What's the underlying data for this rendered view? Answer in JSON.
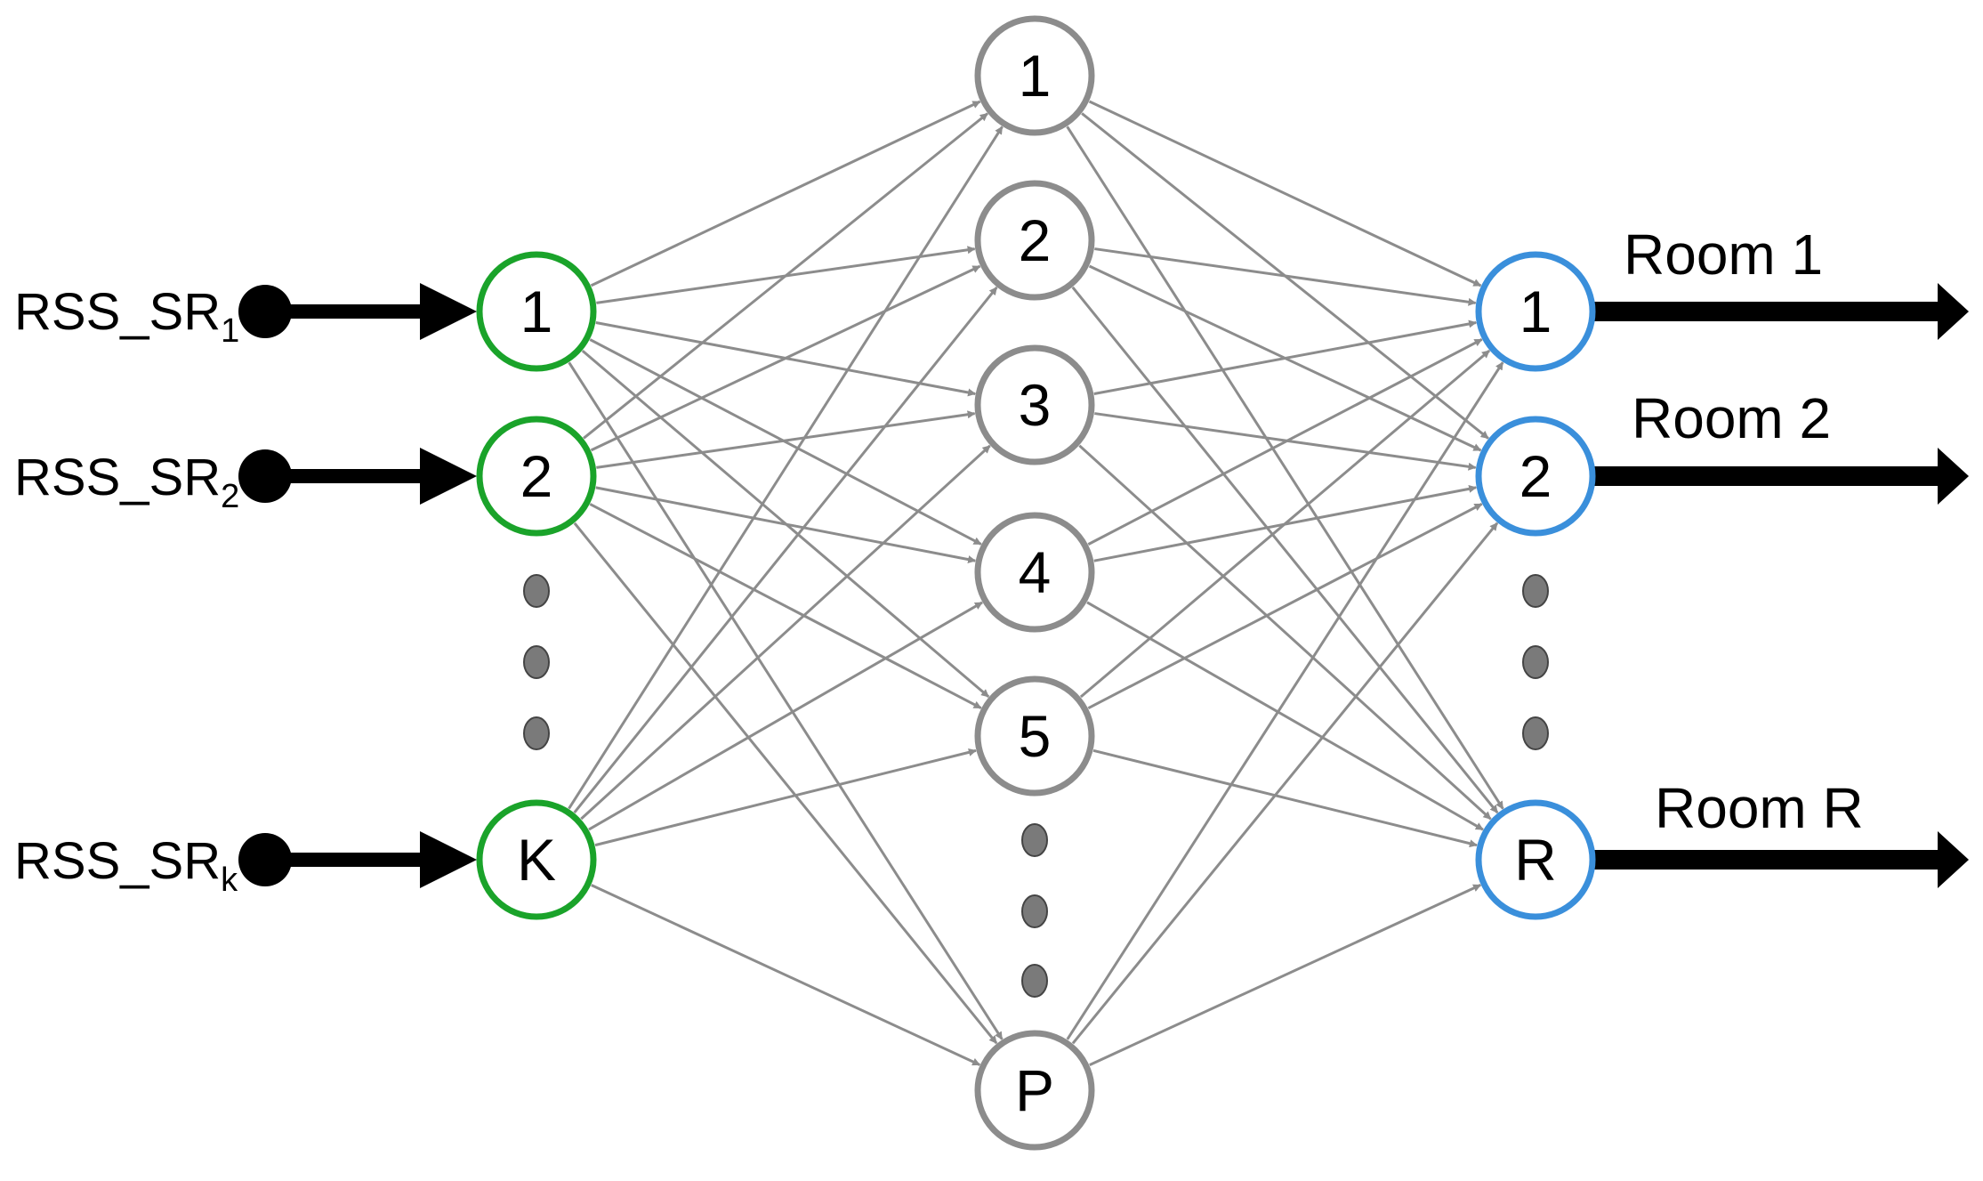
{
  "input_layer": {
    "nodes": [
      {
        "label": "1",
        "signal_base": "RSS_SR",
        "signal_sub": "1"
      },
      {
        "label": "2",
        "signal_base": "RSS_SR",
        "signal_sub": "2"
      },
      {
        "label": "K",
        "signal_base": "RSS_SR",
        "signal_sub": "k"
      }
    ],
    "color": "#1aa32a"
  },
  "hidden_layer": {
    "nodes": [
      "1",
      "2",
      "3",
      "4",
      "5",
      "P"
    ],
    "color": "#8c8c8c"
  },
  "output_layer": {
    "nodes": [
      {
        "label": "1",
        "room": "Room 1"
      },
      {
        "label": "2",
        "room": "Room 2"
      },
      {
        "label": "R",
        "room": "Room R"
      }
    ],
    "color": "#3a8fdb"
  },
  "edge_color": "#8c8c8c",
  "arrow_color": "#000000",
  "ellipsis_color": "#7a7a7a"
}
